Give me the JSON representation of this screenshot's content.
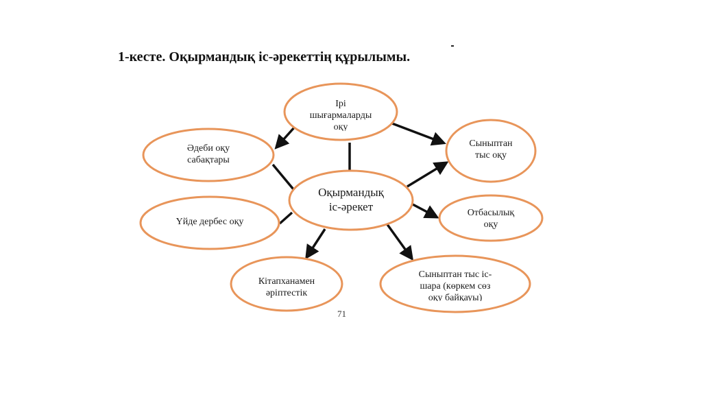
{
  "title": "1-кесте. Оқырмандық іс-әрекеттің құрылымы.",
  "page_number": "71",
  "colors": {
    "node_border": "#e8955a",
    "arrow": "#111111"
  },
  "nodes": {
    "center": "Оқырмандық\nіс-әрекет",
    "top": "Ірі\nшығармаларды\nоқу",
    "left_top": "Әдеби оқу\nсабақтары",
    "left_mid": "Үйде дербес оқу",
    "bottom_left": "Кітапханамен\nәріптестік",
    "bottom_right": "Сыныптан тыс іс-\nшара (көркем сөз\nоқу байқауы)",
    "right_top": "Сыныптан\nтыс оқу",
    "right_mid": "Отбасылық\nоқу"
  }
}
